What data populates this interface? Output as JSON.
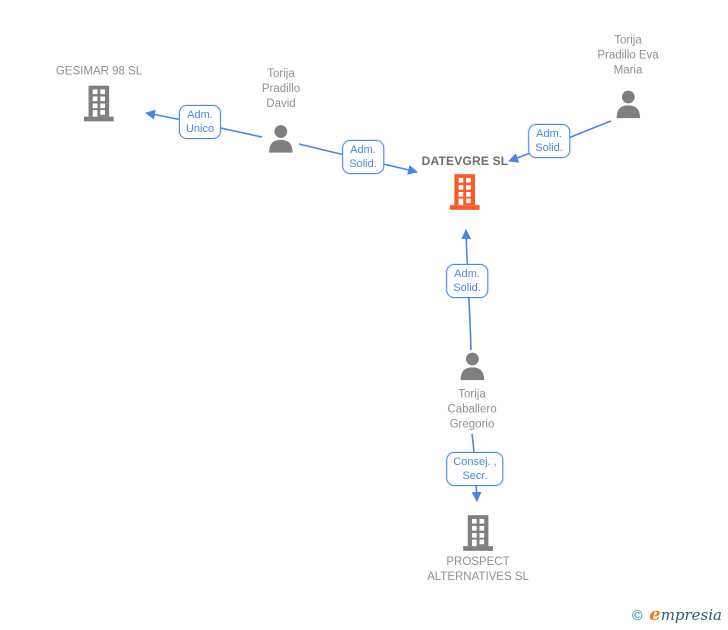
{
  "colors": {
    "edge_blue": "#4a86e8",
    "icon_gray": "#7f7f7f",
    "label_gray": "#909090",
    "highlight_orange": "#fb5a28",
    "highlight_label": "#6e6e6e",
    "logo_teal": "#2e86ab",
    "logo_orange": "#ef7d22",
    "logo_dark": "#2e5d77"
  },
  "nodes": [
    {
      "id": "gesimar",
      "kind": "company",
      "label": "GESIMAR 98 SL"
    },
    {
      "id": "david",
      "kind": "person",
      "label": "Torija\nPradillo\nDavid"
    },
    {
      "id": "eva",
      "kind": "person",
      "label": "Torija\nPradillo Eva\nMaria"
    },
    {
      "id": "datevgre",
      "kind": "company",
      "label": "DATEVGRE SL",
      "highlighted": true
    },
    {
      "id": "gregorio",
      "kind": "person",
      "label": "Torija\nCaballero\nGregorio"
    },
    {
      "id": "prospect",
      "kind": "company",
      "label": "PROSPECT\nALTERNATIVES SL"
    }
  ],
  "edges": [
    {
      "from": "david",
      "to": "gesimar",
      "label": "Adm.\nUnico"
    },
    {
      "from": "david",
      "to": "datevgre",
      "label": "Adm.\nSolid."
    },
    {
      "from": "eva",
      "to": "datevgre",
      "label": "Adm.\nSolid."
    },
    {
      "from": "gregorio",
      "to": "datevgre",
      "label": "Adm.\nSolid."
    },
    {
      "from": "gregorio",
      "to": "prospect",
      "label": "Consej. ,\nSecr."
    }
  ],
  "footer": {
    "copyright_symbol": "©",
    "brand_initial": "e",
    "brand_rest": "mpresia"
  }
}
